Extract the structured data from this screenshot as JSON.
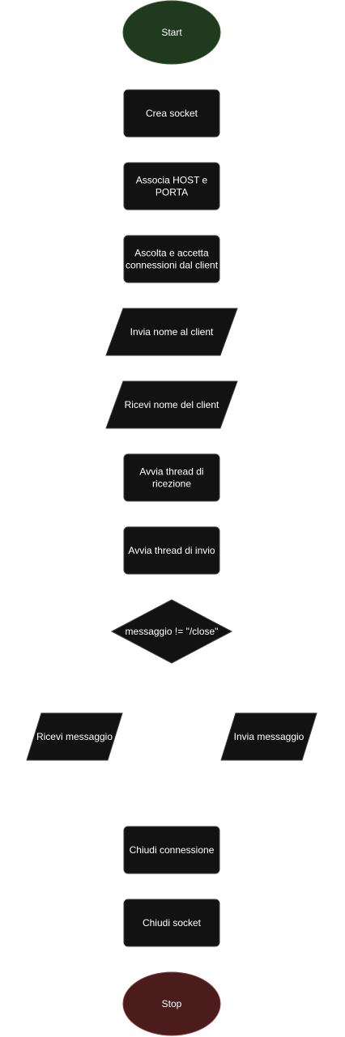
{
  "colors": {
    "background": "#ffffff",
    "process_fill": "#121212",
    "process_stroke": "#3a3a3a",
    "start_fill": "#1f3a1f",
    "start_stroke": "#2e5c24",
    "stop_fill": "#4a1c1c",
    "stop_stroke": "#8b3a3a",
    "text": "#ffffff"
  },
  "flowchart": {
    "nodes": [
      {
        "id": "start",
        "shape": "ellipse",
        "color": "start",
        "lines": [
          "Start"
        ]
      },
      {
        "id": "crea-socket",
        "shape": "process",
        "color": "process",
        "lines": [
          "Crea socket"
        ]
      },
      {
        "id": "associa-host-porta",
        "shape": "process",
        "color": "process",
        "lines": [
          "Associa HOST e",
          "PORTA"
        ]
      },
      {
        "id": "ascolta-accetta",
        "shape": "process",
        "color": "process",
        "lines": [
          "Ascolta e accetta",
          "connessioni dal client"
        ]
      },
      {
        "id": "invia-nome",
        "shape": "io",
        "color": "process",
        "lines": [
          "Invia nome al client"
        ]
      },
      {
        "id": "ricevi-nome",
        "shape": "io",
        "color": "process",
        "lines": [
          "Ricevi nome del client"
        ]
      },
      {
        "id": "avvia-thread-ricezione",
        "shape": "process",
        "color": "process",
        "lines": [
          "Avvia thread di",
          "ricezione"
        ]
      },
      {
        "id": "avvia-thread-invio",
        "shape": "process",
        "color": "process",
        "lines": [
          "Avvia thread di invio"
        ]
      },
      {
        "id": "decisione-messaggio",
        "shape": "decision",
        "color": "process",
        "lines": [
          "messaggio != \"/close\""
        ]
      },
      {
        "id": "ricevi-messaggio",
        "shape": "io",
        "color": "process",
        "lines": [
          "Ricevi messaggio"
        ]
      },
      {
        "id": "invia-messaggio",
        "shape": "io",
        "color": "process",
        "lines": [
          "Invia messaggio"
        ]
      },
      {
        "id": "chiudi-connessione",
        "shape": "process",
        "color": "process",
        "lines": [
          "Chiudi connessione"
        ]
      },
      {
        "id": "chiudi-socket",
        "shape": "process",
        "color": "process",
        "lines": [
          "Chiudi socket"
        ]
      },
      {
        "id": "stop",
        "shape": "ellipse",
        "color": "stop",
        "lines": [
          "Stop"
        ]
      }
    ]
  }
}
